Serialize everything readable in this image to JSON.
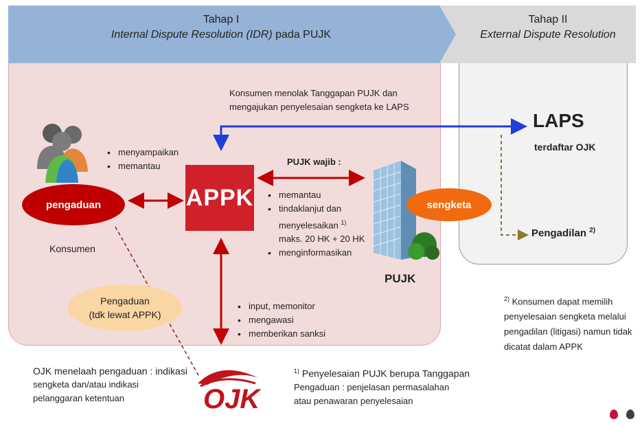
{
  "stage1": {
    "title": "Tahap I",
    "subtitle_italic": "Internal Dispute Resolution (IDR)",
    "subtitle_suffix": " pada PUJK"
  },
  "stage2": {
    "title": "Tahap II",
    "subtitle_italic": "External Dispute Resolution"
  },
  "reject_note": {
    "line1": "Konsumen menolak Tanggapan PUJK dan",
    "line2": "mengajukan  penyelesaian sengketa ke LAPS"
  },
  "consumer": {
    "actions": [
      "menyampaikan",
      "memantau"
    ],
    "bubble": "pengaduan",
    "label": "Konsumen"
  },
  "appk": {
    "label": "APPK"
  },
  "pujk_obligations": {
    "title": "PUJK wajib :",
    "items": [
      "memantau",
      "tindaklanjut dan menyelesaikan ¹⁾ maks. 20 HK + 20 HK",
      "menginformasikan"
    ],
    "item2_line1": "tindaklanjut dan",
    "item2_line2": "menyelesaikan",
    "item2_sup": "1)",
    "item2_line3": "maks. 20 HK + 20 HK"
  },
  "pujk": {
    "label": "PUJK",
    "bubble": "sengketa"
  },
  "ojk_actions": [
    "input, memonitor",
    "mengawasi",
    "memberikan sanksi"
  ],
  "pengaduan_direct": {
    "line1": "Pengaduan",
    "line2": "(tdk lewat APPK)"
  },
  "laps": {
    "title": "LAPS",
    "subtitle": "terdaftar OJK",
    "court": "Pengadilan",
    "court_sup": "2)"
  },
  "ojk_review": {
    "line1": "OJK menelaah pengaduan : indikasi",
    "line2": "sengketa dan/atau indikasi",
    "line3": "pelanggaran ketentuan"
  },
  "ojk_logo": {
    "text": "OJK"
  },
  "footnote1": {
    "sup": "1)",
    "line1": "Penyelesaian PUJK berupa Tanggapan",
    "line2": "Pengaduan : penjelasan permasalahan",
    "line3": "atau penawaran penyelesaian"
  },
  "footnote2": {
    "sup": "2)",
    "line1": "Konsumen dapat memilih",
    "line2": "penyelesaian sengketa melalui",
    "line3": "pengadilan (litigasi) namun tidak",
    "line4": "dicatat dalam APPK"
  },
  "colors": {
    "appk": "#d0202a",
    "pengaduan": "#c00000",
    "sengketa": "#f26a0f",
    "arrow_red": "#c00000",
    "arrow_blue": "#1f3fd6",
    "dashed_olive": "#8b7a28"
  },
  "icons": [
    "people-group-icon",
    "building-icon",
    "ojk-logo-icon"
  ]
}
